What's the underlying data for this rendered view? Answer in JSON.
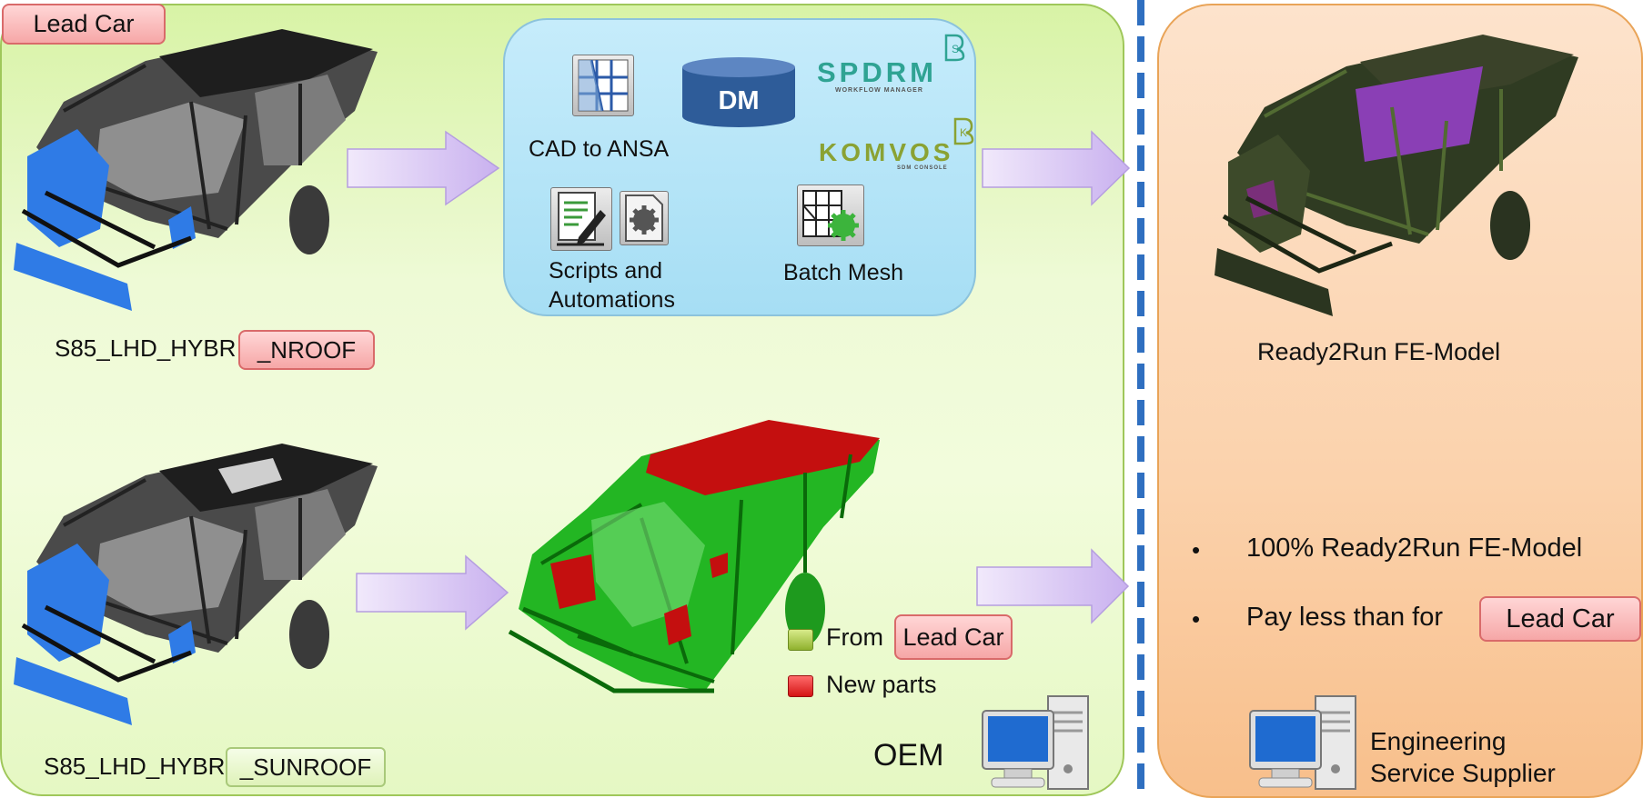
{
  "oem": {
    "lead_car_tag": "Lead Car",
    "car1": {
      "name_prefix": "S85_LHD_HYBR",
      "name_suffix": "_NROOF"
    },
    "car2": {
      "name_prefix": "S85_LHD_HYBR",
      "name_suffix": "_SUNROOF"
    },
    "label": "OEM"
  },
  "tools": {
    "dm_label": "DM",
    "cad_to_ansa": "CAD to ANSA",
    "spdrm_logo": "SPDRM",
    "spdrm_sub": "WORKFLOW MANAGER",
    "komvos_logo": "KOMVOS",
    "komvos_sub": "SDM CONSOLE",
    "scripts_line1": "Scripts and",
    "scripts_line2": "Automations",
    "batch_mesh": "Batch Mesh"
  },
  "legend": {
    "from_label": "From",
    "from_tag": "Lead Car",
    "new_parts": "New parts"
  },
  "supplier": {
    "model_label": "Ready2Run FE-Model",
    "bullets": [
      "100% Ready2Run FE-Model",
      "Pay less than for"
    ],
    "bullet_tag": "Lead Car",
    "bullet_mark": "•",
    "supplier_line1": "Engineering",
    "supplier_line2": "Service Supplier"
  },
  "colors": {
    "arrow_fill": "#d9c8f2",
    "blue_parts": "#2f7be6",
    "green_model": "#22bb22",
    "new_parts_red": "#cc1111",
    "divider_blue": "#2f6fc0"
  }
}
